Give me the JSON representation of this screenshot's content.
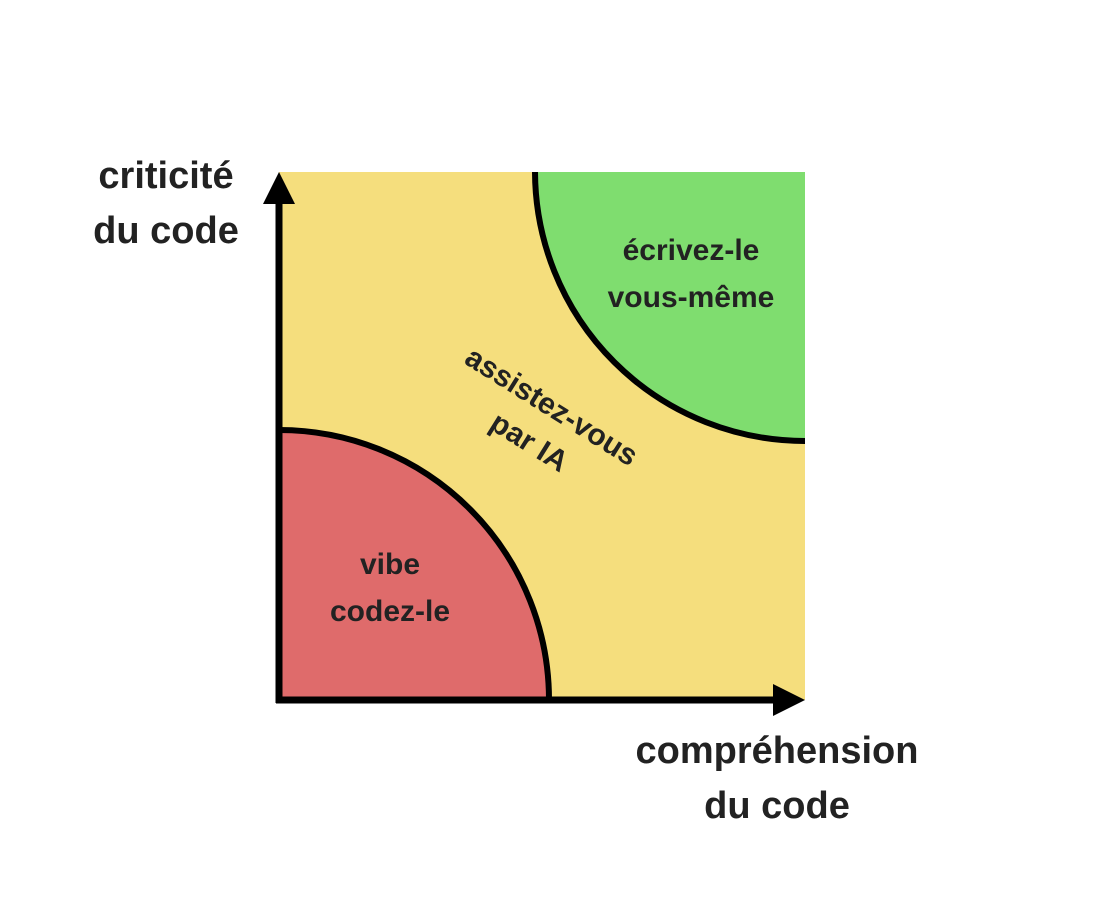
{
  "colors": {
    "background_zone": "#f5de7d",
    "write_zone": "#7fdd6f",
    "vibe_zone": "#df6b6b",
    "stroke": "#000000",
    "text": "#222222"
  },
  "y_axis": {
    "title_line1": "criticité",
    "title_line2": "du code"
  },
  "x_axis": {
    "title_line1": "compréhension",
    "title_line2": "du code"
  },
  "zones": {
    "write_yourself": {
      "line1": "écrivez-le",
      "line2": "vous-même"
    },
    "ai_assisted": {
      "line1": "assistez-vous",
      "line2": "par IA"
    },
    "vibe_code": {
      "line1": "vibe",
      "line2": "codez-le"
    }
  }
}
